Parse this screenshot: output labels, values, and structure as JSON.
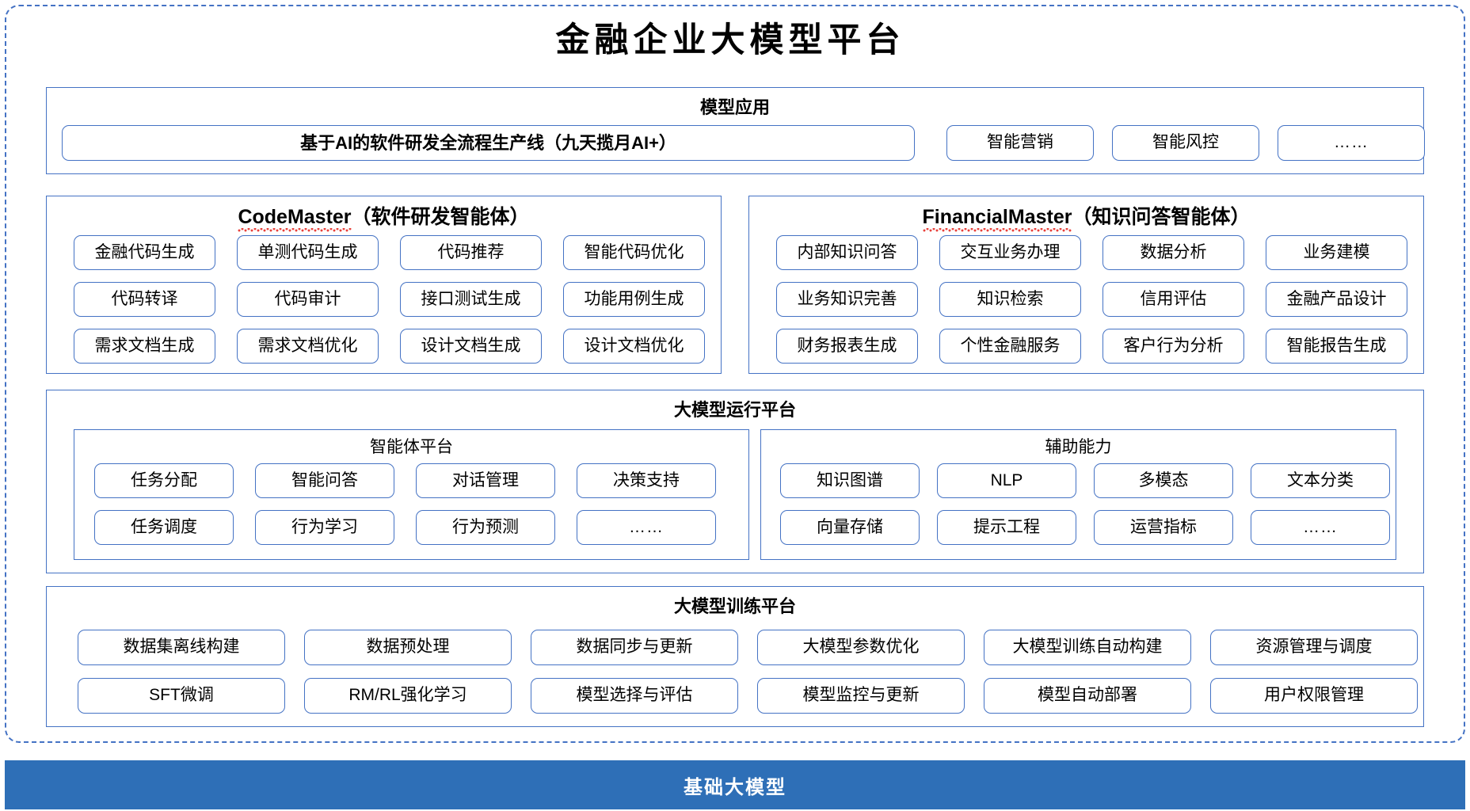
{
  "title": "金融企业大模型平台",
  "sections": {
    "application": {
      "title": "模型应用",
      "items": [
        {
          "label": "基于AI的软件研发全流程生产线（九天揽月AI+）",
          "bold": true
        },
        {
          "label": "智能营销",
          "bold": false
        },
        {
          "label": "智能风控",
          "bold": false
        },
        {
          "label": "……",
          "bold": false
        }
      ]
    },
    "code_master": {
      "name": "CodeMaster",
      "suffix": "（软件研发智能体）",
      "items": [
        "金融代码生成",
        "单测代码生成",
        "代码推荐",
        "智能代码优化",
        "代码转译",
        "代码审计",
        "接口测试生成",
        "功能用例生成",
        "需求文档生成",
        "需求文档优化",
        "设计文档生成",
        "设计文档优化"
      ]
    },
    "financial_master": {
      "name": "FinancialMaster",
      "suffix": "（知识问答智能体）",
      "items": [
        "内部知识问答",
        "交互业务办理",
        "数据分析",
        "业务建模",
        "业务知识完善",
        "知识检索",
        "信用评估",
        "金融产品设计",
        "财务报表生成",
        "个性金融服务",
        "客户行为分析",
        "智能报告生成"
      ]
    },
    "runtime": {
      "title": "大模型运行平台",
      "agent_platform": {
        "title": "智能体平台",
        "items": [
          "任务分配",
          "智能问答",
          "对话管理",
          "决策支持",
          "任务调度",
          "行为学习",
          "行为预测",
          "……"
        ]
      },
      "auxiliary": {
        "title": "辅助能力",
        "items": [
          "知识图谱",
          "NLP",
          "多模态",
          "文本分类",
          "向量存储",
          "提示工程",
          "运营指标",
          "……"
        ]
      }
    },
    "training": {
      "title": "大模型训练平台",
      "items": [
        "数据集离线构建",
        "数据预处理",
        "数据同步与更新",
        "大模型参数优化",
        "大模型训练自动构建",
        "资源管理与调度",
        "SFT微调",
        "RM/RL强化学习",
        "模型选择与评估",
        "模型监控与更新",
        "模型自动部署",
        "用户权限管理"
      ]
    },
    "base_model": {
      "title": "基础大模型"
    }
  },
  "colors": {
    "border_blue": "#4472C4",
    "base_bar_blue": "#2E6FB7",
    "spellcheck_red": "#E8413B",
    "background": "#FFFFFF",
    "text": "#000000"
  }
}
